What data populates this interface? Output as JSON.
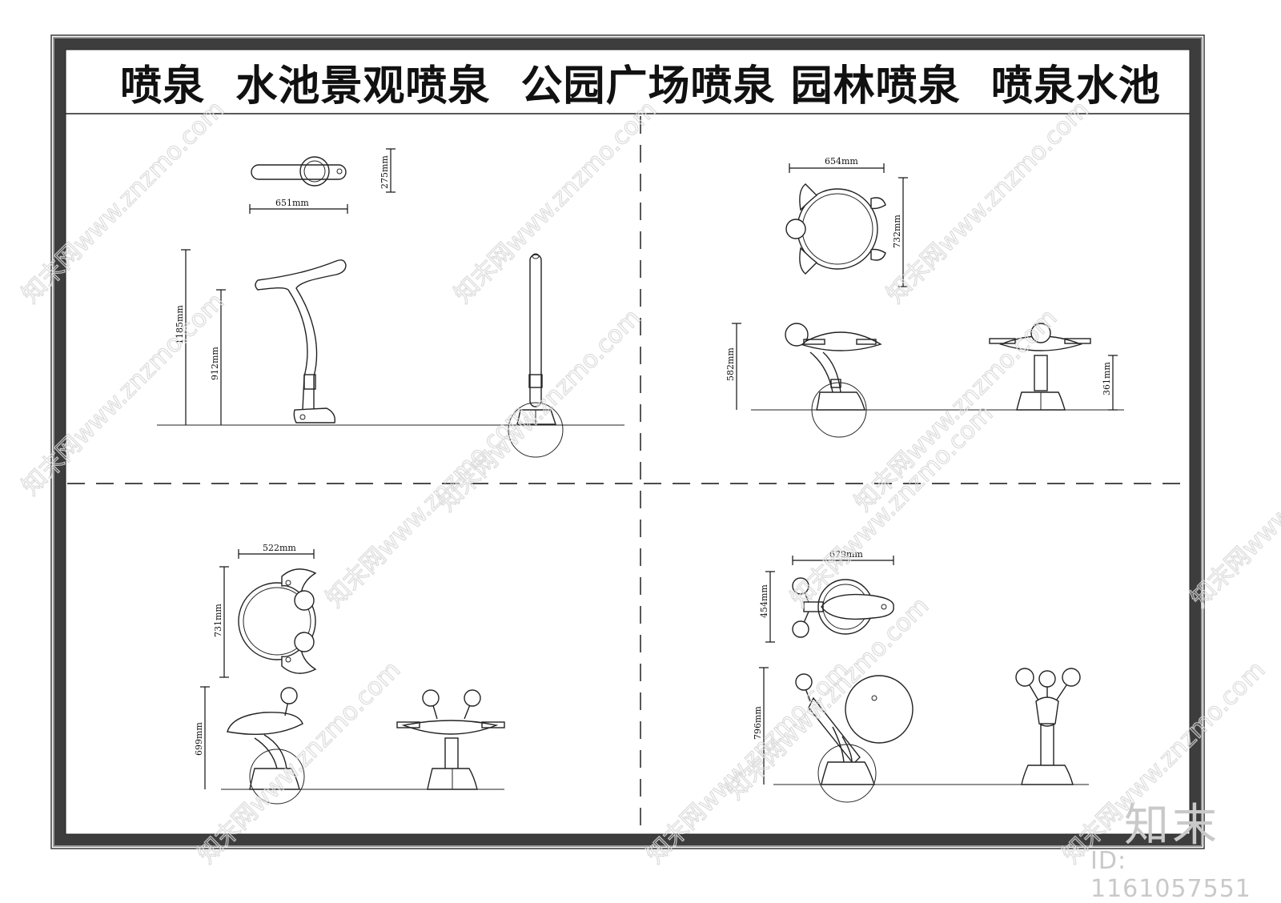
{
  "title": "喷泉  水池景观喷泉  公园广场喷泉 园林喷泉  喷泉水池",
  "panels": [
    {
      "name": "panel-top-left",
      "dims": {
        "plan_width": "651mm",
        "plan_depth": "275mm",
        "total_height": "1185mm",
        "inner_height": "912mm"
      }
    },
    {
      "name": "panel-top-right",
      "dims": {
        "plan_width": "654mm",
        "plan_depth": "732mm",
        "front_height": "582mm",
        "side_height": "361mm"
      }
    },
    {
      "name": "panel-bottom-left",
      "dims": {
        "plan_width": "522mm",
        "plan_depth": "731mm",
        "front_height": "699mm"
      }
    },
    {
      "name": "panel-bottom-right",
      "dims": {
        "plan_width": "679mm",
        "plan_depth": "454mm",
        "front_height": "796mm"
      }
    }
  ],
  "watermark": {
    "text": "知末网www.znzmo.com",
    "logo": "知末",
    "id_label": "ID: 1161057551"
  },
  "colors": {
    "line": "#222222",
    "frame": "#3a3a3a",
    "watermark": "#c9c9c9"
  }
}
